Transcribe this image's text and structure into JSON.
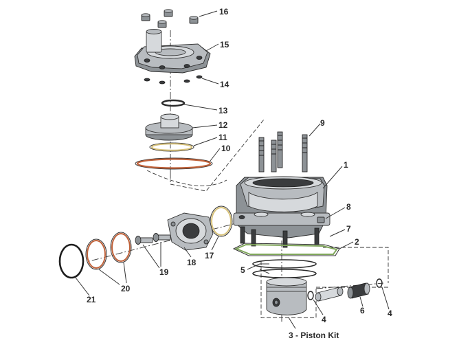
{
  "diagram": {
    "labels": [
      {
        "id": "1",
        "text": "1"
      },
      {
        "id": "2",
        "text": "2"
      },
      {
        "id": "3",
        "text": "3 - Piston Kit"
      },
      {
        "id": "4a",
        "text": "4"
      },
      {
        "id": "4b",
        "text": "4"
      },
      {
        "id": "5",
        "text": "5"
      },
      {
        "id": "6",
        "text": "6"
      },
      {
        "id": "7",
        "text": "7"
      },
      {
        "id": "8",
        "text": "8"
      },
      {
        "id": "9",
        "text": "9"
      },
      {
        "id": "10",
        "text": "10"
      },
      {
        "id": "11",
        "text": "11"
      },
      {
        "id": "12",
        "text": "12"
      },
      {
        "id": "13",
        "text": "13"
      },
      {
        "id": "14",
        "text": "14"
      },
      {
        "id": "15",
        "text": "15"
      },
      {
        "id": "16",
        "text": "16"
      },
      {
        "id": "17",
        "text": "17"
      },
      {
        "id": "18",
        "text": "18"
      },
      {
        "id": "19",
        "text": "19"
      },
      {
        "id": "20",
        "text": "20"
      },
      {
        "id": "21",
        "text": "21"
      }
    ],
    "colors": {
      "ring_orange": "#c0623a",
      "gasket_green": "#7fa65a",
      "ring_yellow": "#d8c27a",
      "metal": "#b8bcc0",
      "line": "#333333"
    }
  }
}
